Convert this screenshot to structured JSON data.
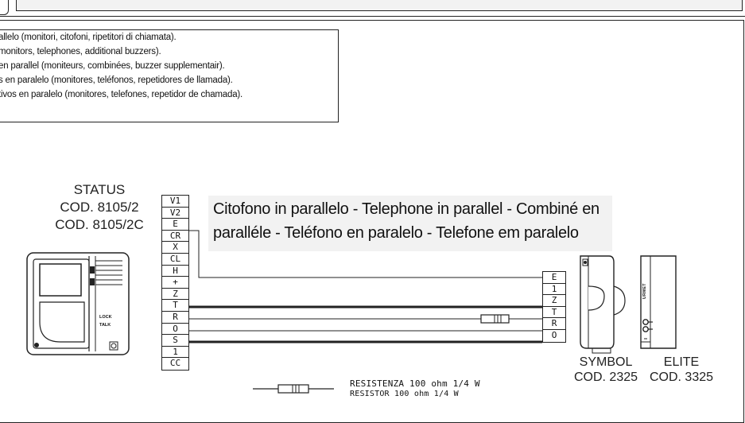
{
  "notes": [
    "allelo (monitori, citofoni, ripetitori di chiamata).",
    "monitors, telephones, additional buzzers).",
    "en parallel (moniteurs, combinées, buzzer supplementair).",
    "s en paralelo (monitores, teléfonos, repetidores de llamada).",
    "tivos en paralelo (monitores, telefones, repetidor de chamada)."
  ],
  "title": {
    "line1": "Citofono in parallelo - Telephone in parallel - Combiné en",
    "line2": "paralléle - Teléfono en paralelo - Telefone em paralelo"
  },
  "status": {
    "name": "STATUS",
    "code1": "COD. 8105/2",
    "code2": "COD. 8105/2C",
    "btn1": "LOCK",
    "btn2": "TALK"
  },
  "left_terminals": [
    "V1",
    "V2",
    "E",
    "CR",
    "X",
    "CL",
    "H",
    "+",
    "Z",
    "T",
    "R",
    "O",
    "S",
    "1",
    "CC"
  ],
  "right_terminals": [
    "E",
    "1",
    "Z",
    "T",
    "R",
    "O"
  ],
  "symbol": {
    "name": "SYMBOL",
    "code": "COD. 2325"
  },
  "elite": {
    "name": "ELITE",
    "code": "COD. 3325",
    "brand": "URMET"
  },
  "resistor": {
    "line1": "RESISTENZA 100 ohm 1/4 W",
    "line2": "RESISTOR 100 ohm 1/4 W"
  }
}
